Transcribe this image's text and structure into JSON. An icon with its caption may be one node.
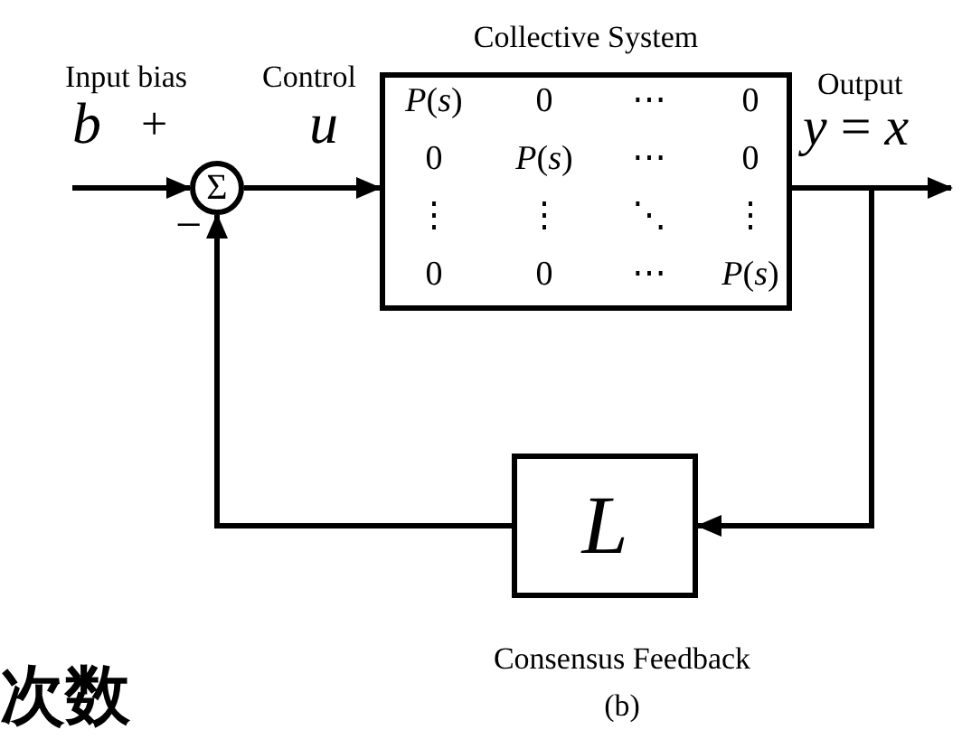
{
  "diagram": {
    "caption": "(b)",
    "nodes": [
      {
        "text": [
          "Σ"
        ]
      },
      {
        "text": [
          "Collective System",
          "*P*(*s*)",
          "0",
          "⋯",
          "0",
          "0",
          "*P*(*s*)",
          "⋯",
          "0",
          "⋮",
          "⋮",
          "⋱",
          "⋮",
          "0",
          "0",
          "⋯",
          "*P*(*s*)"
        ]
      },
      {
        "text": [
          "L"
        ],
        "beside": [
          "Consensus Feedback"
        ]
      }
    ],
    "edges": [
      {
        "from": null,
        "to": 0,
        "arrow": "to"
      },
      {
        "from": 0,
        "to": 1,
        "arrow": "to"
      },
      {
        "from": 1,
        "to": null,
        "arrow": "to"
      },
      {
        "from": 1,
        "to": 2,
        "arrow": "to"
      },
      {
        "from": 2,
        "to": 0,
        "arrow": "to"
      }
    ],
    "labels": [
      "Input bias",
      "b",
      "+",
      "Control",
      "u",
      "Output",
      "*y* = *x*",
      "−",
      "次数"
    ]
  }
}
